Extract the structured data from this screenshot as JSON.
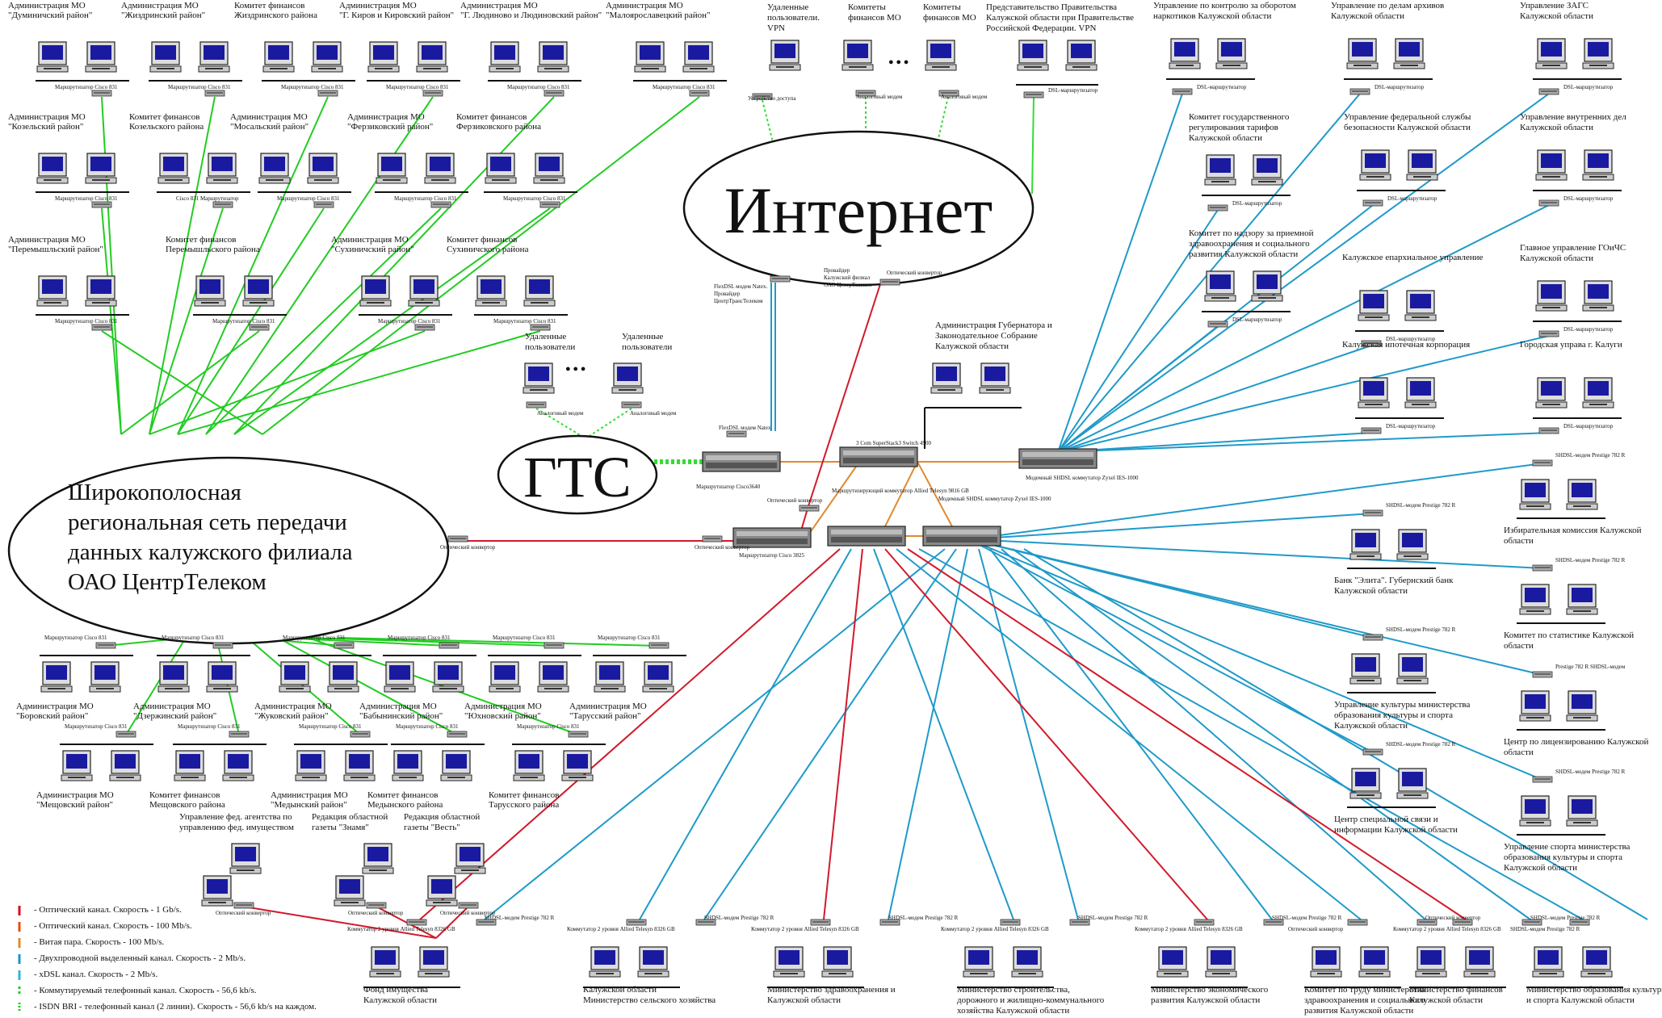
{
  "colors": {
    "optic1g": "#d01020",
    "optic100m": "#e05010",
    "twisted": "#e08a30",
    "twowire": "#1e93c8",
    "xdsl": "#2f8fd0",
    "isdn": "#22cc22",
    "green": "#33dd33",
    "blue": "#1f9ac9",
    "red": "#d11a2a"
  },
  "clouds": {
    "internet": "Интернет",
    "gts": "ГТС",
    "network": [
      "Широкополосная",
      "региональная сеть передачи",
      "данных калужского филиала",
      "ОАО ЦентрТелеком"
    ]
  },
  "core": {
    "cisco3640": "Маршрутизатор Cisco3640",
    "flexdsl_natex": "FlexDSL модем Natex",
    "switch4900": "3 Com SuperStack3 Switch 4900",
    "ies1000a": "Модемный SHDSL коммутатор Zyxel IES-1000",
    "ies1000b": "Модемный SHDSL коммутатор Zyxel IES-1000",
    "allied9816": "Маршрутизирующий коммутатор Allied Telesyn 9816 GB",
    "cisco3825": "Маршрутизатор Cisco 3825",
    "optconv1": "Оптический конвертор",
    "optconv2": "Оптический конвертор",
    "optconv3": "Оптический конвертор",
    "flex_top": "FlexDSL модем Natex. Провайдер ЦентрТрансТелеком",
    "provider_top": "Провайдер Калужский филиал ОАО ЦентрТелеком",
    "optconv_top": "Оптический конвертор"
  },
  "remote": {
    "label1": "Удаленные пользователи",
    "label2": "Удаленные пользователи",
    "modem": "Аналоговый модем"
  },
  "internet_users": {
    "vpn": [
      "Удаленные",
      "пользователи.",
      "VPN"
    ],
    "komfin1": [
      "Комитеты",
      "финансов МО"
    ],
    "komfin2": [
      "Комитеты",
      "финансов МО"
    ],
    "rep": [
      "Представительство Правительства",
      "Калужской области при Правительстве",
      "Российской Федерации. VPN"
    ],
    "dev_access": "Устройство доступа",
    "modem": "Аналоговый модем",
    "dsl": "DSL-маршрутизатор"
  },
  "gov": [
    "Администрация Губернатора и",
    "Законодательное Собрание",
    "Калужской области"
  ],
  "left_nodes": [
    {
      "t": [
        "Администрация МО",
        "\"Думиничский район\""
      ],
      "r": "Маршрутизатор Cisco 831"
    },
    {
      "t": [
        "Администрация МО",
        "\"Жиздринский район\""
      ],
      "r": "Маршрутизатор Cisco 831"
    },
    {
      "t": [
        "Комитет финансов",
        "Жиздринского района"
      ],
      "r": "Маршрутизатор Cisco 831"
    },
    {
      "t": [
        "Администрация МО",
        "\"Г. Киров и Кировский район\""
      ],
      "r": "Маршрутизатор Cisco 831"
    },
    {
      "t": [
        "Администрация МО",
        "\"Г. Людиново и Людиновский район\""
      ],
      "r": "Маршрутизатор Cisco 831"
    },
    {
      "t": [
        "Администрация МО",
        "\"Малоярославецкий район\""
      ],
      "r": "Маршрутизатор Cisco 831"
    },
    {
      "t": [
        "Администрация МО",
        "\"Козельский район\""
      ],
      "r": "Маршрутизатор Cisco 831"
    },
    {
      "t": [
        "Комитет финансов",
        "Козельского района"
      ],
      "r": "Cisco 831 Маршрутизатор"
    },
    {
      "t": [
        "Администрация МО",
        "\"Мосальский район\""
      ],
      "r": "Маршрутизатор Cisco 831"
    },
    {
      "t": [
        "Администрация МО",
        "\"Ферзиковский район\""
      ],
      "r": "Маршрутизатор Cisco 831"
    },
    {
      "t": [
        "Комитет финансов",
        "Ферзиковского района"
      ],
      "r": "Маршрутизатор Cisco 831"
    },
    {
      "t": [
        "Администрация МО",
        "\"Перемышльский район\""
      ],
      "r": "Маршрутизатор Cisco 831"
    },
    {
      "t": [
        "Комитет финансов",
        "Перемышльского района"
      ],
      "r": "Маршрутизатор Cisco 831"
    },
    {
      "t": [
        "Администрация МО",
        "\"Сухиничский район\""
      ],
      "r": "Маршрутизатор Cisco 831"
    },
    {
      "t": [
        "Комитет финансов",
        "Сухиничского района"
      ],
      "r": "Маршрутизатор Cisco 831"
    }
  ],
  "bottom_left_nodes": [
    {
      "t": [
        "Администрация МО",
        "\"Боровский район\""
      ],
      "r": "Маршрутизатор Cisco 831"
    },
    {
      "t": [
        "Администрация МО",
        "\"Дзержинский район\""
      ],
      "r": "Маршрутизатор Cisco 831"
    },
    {
      "t": [
        "Администрация МО",
        "\"Жуковский район\""
      ],
      "r": "Маршрутизатор Cisco 831"
    },
    {
      "t": [
        "Администрация МО",
        "\"Бабынинский район\""
      ],
      "r": "Маршрутизатор Cisco 831"
    },
    {
      "t": [
        "Администрация МО",
        "\"Юхновский район\""
      ],
      "r": "Маршрутизатор Cisco 831"
    },
    {
      "t": [
        "Администрация МО",
        "\"Тарусский район\""
      ],
      "r": "Маршрутизатор Cisco 831"
    },
    {
      "t": [
        "Администрация МО",
        "\"Мещовский район\""
      ],
      "r": "Маршрутизатор Cisco 831"
    },
    {
      "t": [
        "Комитет финансов",
        "Мещовского района"
      ],
      "r": "Маршрутизатор Cisco 831"
    },
    {
      "t": [
        "Администрация МО",
        "\"Медынский район\""
      ],
      "r": "Маршрутизатор Cisco 831"
    },
    {
      "t": [
        "Комитет финансов",
        "Медынского района"
      ],
      "r": "Маршрутизатор Cisco 831"
    },
    {
      "t": [
        "Комитет финансов",
        "Тарусского района"
      ],
      "r": "Маршрутизатор Cisco 831"
    }
  ],
  "media_nodes": [
    {
      "t": [
        "Управление фед. агентства по",
        "управлению фед. имуществом"
      ],
      "r": "Оптический конвертор"
    },
    {
      "t": [
        "Редакция областной",
        "газеты \"Знамя\""
      ],
      "r": "Оптический конвертор"
    },
    {
      "t": [
        "Редакция областной",
        "газеты \"Весть\""
      ],
      "r": "Оптический конвертор"
    }
  ],
  "right_nodes": [
    {
      "t": [
        "Управление по контролю за оборотом",
        "наркотиков Калужской области"
      ],
      "r": "DSL-маршрутизатор"
    },
    {
      "t": [
        "Управление по делам архивов",
        "Калужской области"
      ],
      "r": "DSL-маршрутизатор"
    },
    {
      "t": [
        "Управление ЗАГС",
        "Калужской области"
      ],
      "r": "DSL-маршрутизатор"
    },
    {
      "t": [
        "Комитет государственного",
        "регулирования тарифов",
        "Калужской области"
      ],
      "r": "DSL-маршрутизатор"
    },
    {
      "t": [
        "Управление федеральной службы",
        "безопасности Калужской области"
      ],
      "r": "DSL-маршрутизатор"
    },
    {
      "t": [
        "Управление внутренних дел",
        "Калужской области"
      ],
      "r": "DSL-маршрутизатор"
    },
    {
      "t": [
        "Комитет по надзору за приемной",
        "здравоохранения и социального",
        "развития Калужской области"
      ],
      "r": "DSL-маршрутизатор"
    },
    {
      "t": [
        "Калужское епархиальное управление"
      ],
      "r": "DSL-маршрутизатор"
    },
    {
      "t": [
        "Главное управление ГОиЧС",
        "Калужской области"
      ],
      "r": "DSL-маршрутизатор"
    },
    {
      "t": [
        "Калужская ипотечная корпорация"
      ],
      "r": "DSL-маршрутизатор"
    },
    {
      "t": [
        "Городская управа г. Калуги"
      ],
      "r": "DSL-маршрутизатор"
    }
  ],
  "shdsl_right": [
    {
      "t": [
        "Избирательная комиссия Калужской",
        "области"
      ],
      "r": "SHDSL-модем Prestige 782 R"
    },
    {
      "t": [
        "Банк \"Элита\". Губернский банк",
        "Калужской области"
      ],
      "r": "SHDSL-модем Prestige 782 R"
    },
    {
      "t": [
        "Комитет по статистике Калужской",
        "области"
      ],
      "r": "SHDSL-модем Prestige 782 R"
    },
    {
      "t": [
        "Управление культуры министерства",
        "образования культуры и спорта",
        "Калужской области"
      ],
      "r": "SHDSL-модем Prestige 782 R"
    },
    {
      "t": [
        "Центр по лицензированию Калужской",
        "области"
      ],
      "r": "Prestige 782 R SHDSL-модем"
    },
    {
      "t": [
        "Центр специальной связи и",
        "информации Калужской области"
      ],
      "r": "SHDSL-модем Prestige 782 R"
    },
    {
      "t": [
        "Управление спорта министерства",
        "образования культуры и спорта",
        "Калужской области"
      ],
      "r": "SHDSL-модем Prestige 782 R"
    }
  ],
  "bottom_nodes": [
    {
      "t": [
        "Фонд имущества",
        "Калужской области"
      ],
      "sw": "Коммутатор 2 уровня Allied Telesyn 8326 GB",
      "m": "SHDSL-модем Prestige 782 R"
    },
    {
      "t": [
        "Калужской области",
        "Министерство сельского хозяйства"
      ],
      "sw": "Коммутатор 2 уровня Allied Telesyn 8326 GB",
      "m": "SHDSL-модем Prestige 782 R"
    },
    {
      "t": [
        "Министерство здравоохранения и",
        "Калужской области"
      ],
      "sw": "Коммутатор 2 уровня Allied Telesyn 8326 GB",
      "m": "SHDSL-модем Prestige 782 R"
    },
    {
      "t": [
        "Министерство строительства,",
        "дорожного и жилищно-коммунального",
        "хозяйства Калужской области"
      ],
      "sw": "Коммутатор 2 уровня Allied Telesyn 8326 GB",
      "m": "SHDSL-модем Prestige 782 R"
    },
    {
      "t": [
        "Министерство экономического",
        "развития Калужской области"
      ],
      "sw": "Коммутатор 2 уровня Allied Telesyn 8326 GB",
      "m": "SHDSL-модем Prestige 782 R"
    },
    {
      "t": [
        "Комитет по труду министерства",
        "здравоохранения и социального",
        "развития Калужской области"
      ],
      "sw": "Оптический конвертор",
      "m": "Оптический конвертор"
    },
    {
      "t": [
        "Министерство финансов",
        "Калужской области"
      ],
      "sw": "Коммутатор 2 уровня Allied Telesyn 8326 GB",
      "m": "SHDSL-модем Prestige 782 R"
    },
    {
      "t": [
        "Министерство образования культуры",
        "и спорта Калужской области"
      ],
      "sw": "SHDSL-модем Prestige 782 R",
      "m": ""
    }
  ],
  "legend": [
    {
      "color": "#d01020",
      "dash": "",
      "text": "- Оптический канал. Скорость - 1 Gb/s."
    },
    {
      "color": "#e05010",
      "dash": "",
      "text": "- Оптический канал. Скорость - 100 Mb/s."
    },
    {
      "color": "#e08a30",
      "dash": "",
      "text": "- Витая пара. Скорость - 100 Mb/s."
    },
    {
      "color": "#1e93c8",
      "dash": "",
      "text": "- Двухпроводной выделенный канал. Скорость - 2 Mb/s."
    },
    {
      "color": "#2fb8d0",
      "dash": "",
      "text": "- xDSL канал. Скорость - 2 Mb/s."
    },
    {
      "color": "#22cc22",
      "dash": "3,3",
      "text": "- Коммутируемый телефонный канал. Скорость - 56,6 kb/s."
    },
    {
      "color": "#22cc22",
      "dash": "2,2",
      "text": "- ISDN BRI - телефонный канал (2 линии). Скорость - 56,6 kb/s на каждом."
    }
  ]
}
